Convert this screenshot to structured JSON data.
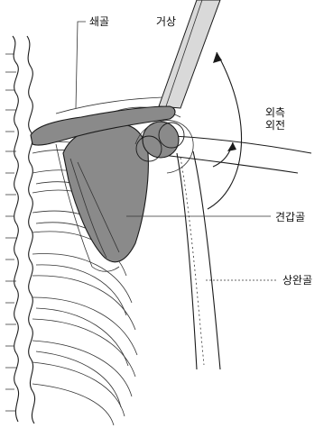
{
  "labels": {
    "clavicle": "쇄골",
    "elevation": "거상",
    "external_rotation": [
      "외측",
      "외전"
    ],
    "scapula": "견갑골",
    "humerus": "상완골"
  },
  "colors": {
    "bone_fill": "#8a8a8a",
    "arm_fill": "#d9d9d9",
    "line": "#1a1a1a"
  }
}
